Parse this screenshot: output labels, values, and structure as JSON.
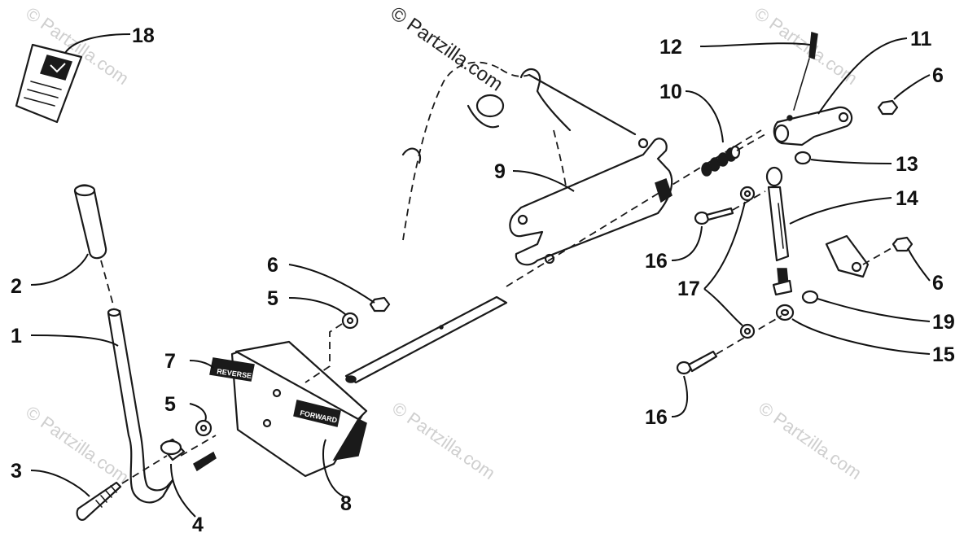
{
  "watermark": {
    "copyright_text": "© Partzilla.com",
    "faint_text": "© Partzilla.com"
  },
  "decals": {
    "reverse_label": "REVERSE",
    "forward_label": "FORWARD"
  },
  "callouts": {
    "n1": "1",
    "n2": "2",
    "n3": "3",
    "n4": "4",
    "n5a": "5",
    "n5b": "5",
    "n6a": "6",
    "n6b": "6",
    "n6c": "6",
    "n7": "7",
    "n8": "8",
    "n9": "9",
    "n10": "10",
    "n11": "11",
    "n12": "12",
    "n13": "13",
    "n14": "14",
    "n15": "15",
    "n16a": "16",
    "n16b": "16",
    "n17": "17",
    "n18": "18",
    "n19": "19"
  },
  "colors": {
    "ink": "#1a1a1a",
    "background": "#ffffff",
    "watermark": "#cfcfcf"
  }
}
